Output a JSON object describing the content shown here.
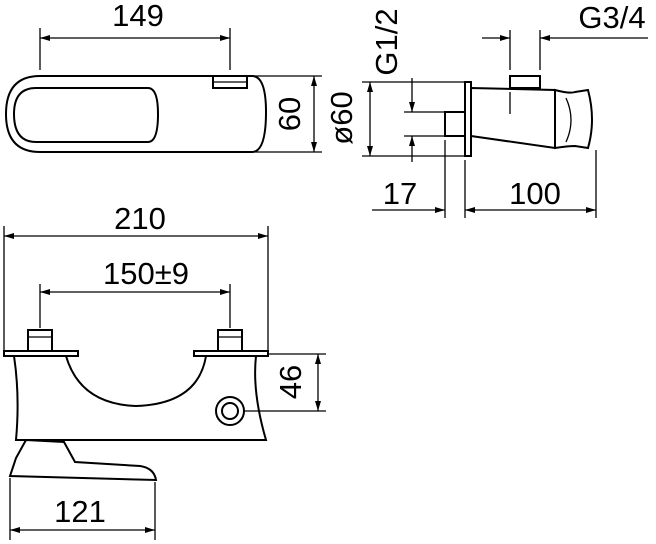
{
  "drawing": {
    "top_view": {
      "width_dimension": "149",
      "height_dimension": "60"
    },
    "side_view": {
      "outlet_thread": "G3/4",
      "inlet_thread": "G1/2",
      "diameter": "ø60",
      "wall_depth": "17",
      "projection": "100"
    },
    "front_view": {
      "overall_width": "210",
      "centers": "150±9",
      "connection_height": "46",
      "spout_length": "121"
    }
  }
}
